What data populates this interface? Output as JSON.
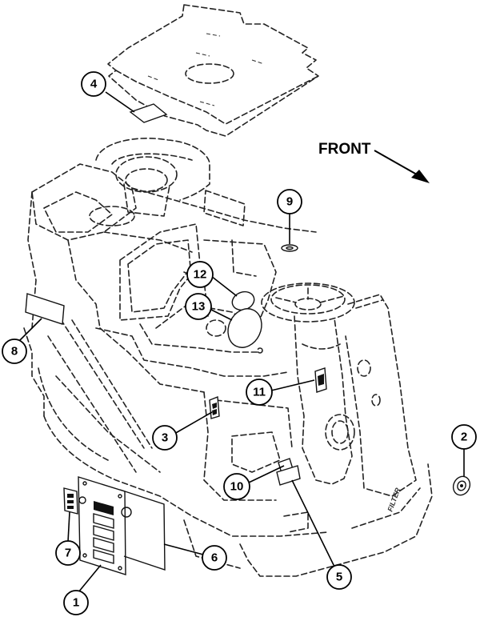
{
  "direction_label": "FRONT",
  "embossed_text": "FILTER",
  "callouts": [
    {
      "id": "1",
      "label": "1"
    },
    {
      "id": "2",
      "label": "2"
    },
    {
      "id": "3",
      "label": "3"
    },
    {
      "id": "4",
      "label": "4"
    },
    {
      "id": "5",
      "label": "5"
    },
    {
      "id": "6",
      "label": "6"
    },
    {
      "id": "7",
      "label": "7"
    },
    {
      "id": "8",
      "label": "8"
    },
    {
      "id": "9",
      "label": "9"
    },
    {
      "id": "10",
      "label": "10"
    },
    {
      "id": "11",
      "label": "11"
    },
    {
      "id": "12",
      "label": "12"
    },
    {
      "id": "13",
      "label": "13"
    }
  ]
}
